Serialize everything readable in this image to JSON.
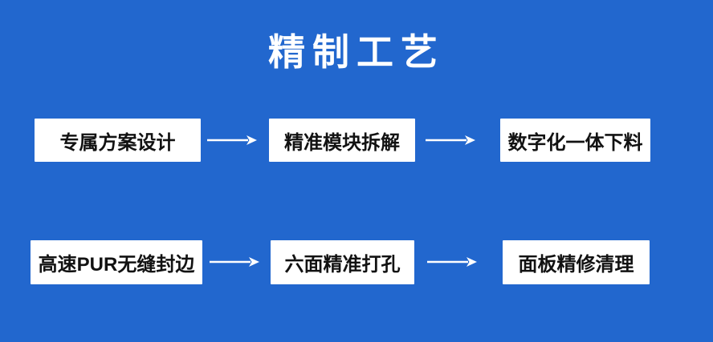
{
  "title": "精制工艺",
  "colors": {
    "background": "#2267ce",
    "box_background": "#ffffff",
    "box_text": "#121212",
    "title_text": "#ffffff",
    "arrow": "#ffffff"
  },
  "rows": [
    {
      "boxes": [
        {
          "label": "专属方案设计"
        },
        {
          "label": "精准模块拆解"
        },
        {
          "label": "数字化一体下料"
        }
      ]
    },
    {
      "boxes": [
        {
          "label": "高速PUR无缝封边"
        },
        {
          "label": "六面精准打孔"
        },
        {
          "label": "面板精修清理"
        }
      ]
    }
  ]
}
